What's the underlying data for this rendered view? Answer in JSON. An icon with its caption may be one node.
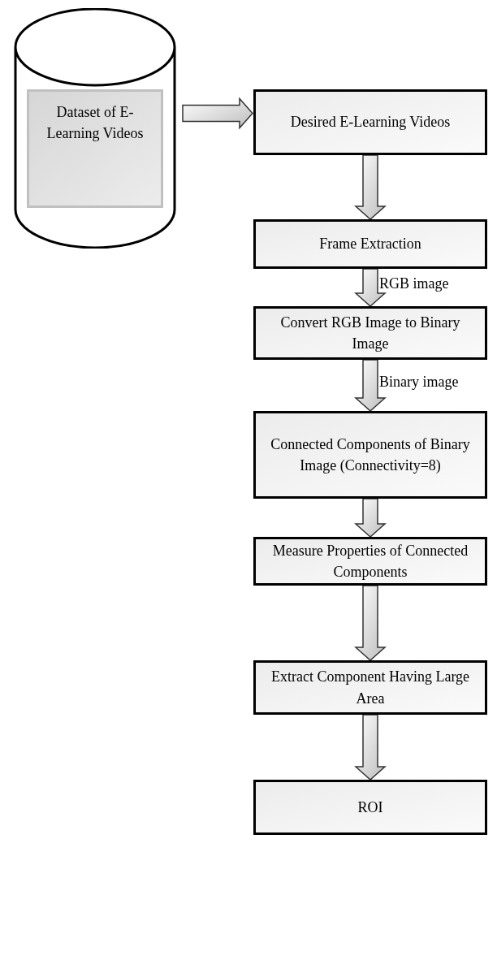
{
  "diagram": {
    "nodes": [
      {
        "text": [],
        "shape": "cylinder"
      },
      {
        "text": [
          "Dataset of E-Learning Videos"
        ],
        "in": 0
      },
      {
        "text": [
          "Desired E-Learning Videos"
        ]
      },
      {
        "text": [
          "Frame Extraction"
        ]
      },
      {
        "text": [
          "Convert RGB Image to Binary Image"
        ]
      },
      {
        "text": [
          "Connected Components of Binary Image (Connectivity=8)"
        ]
      },
      {
        "text": [
          "Measure Properties of Connected Components"
        ]
      },
      {
        "text": [
          "Extract Component Having Large Area"
        ]
      },
      {
        "text": [
          "ROI"
        ]
      }
    ],
    "edges": [
      {
        "from": 0,
        "to": 2,
        "arrow": "to"
      },
      {
        "from": 2,
        "to": 3,
        "arrow": "to"
      },
      {
        "from": 3,
        "to": 4,
        "arrow": "to",
        "label": "RGB image"
      },
      {
        "from": 4,
        "to": 5,
        "arrow": "to",
        "label": "Binary image"
      },
      {
        "from": 5,
        "to": 6,
        "arrow": "to"
      },
      {
        "from": 6,
        "to": 7,
        "arrow": "to"
      },
      {
        "from": 7,
        "to": 8,
        "arrow": "to"
      }
    ]
  }
}
